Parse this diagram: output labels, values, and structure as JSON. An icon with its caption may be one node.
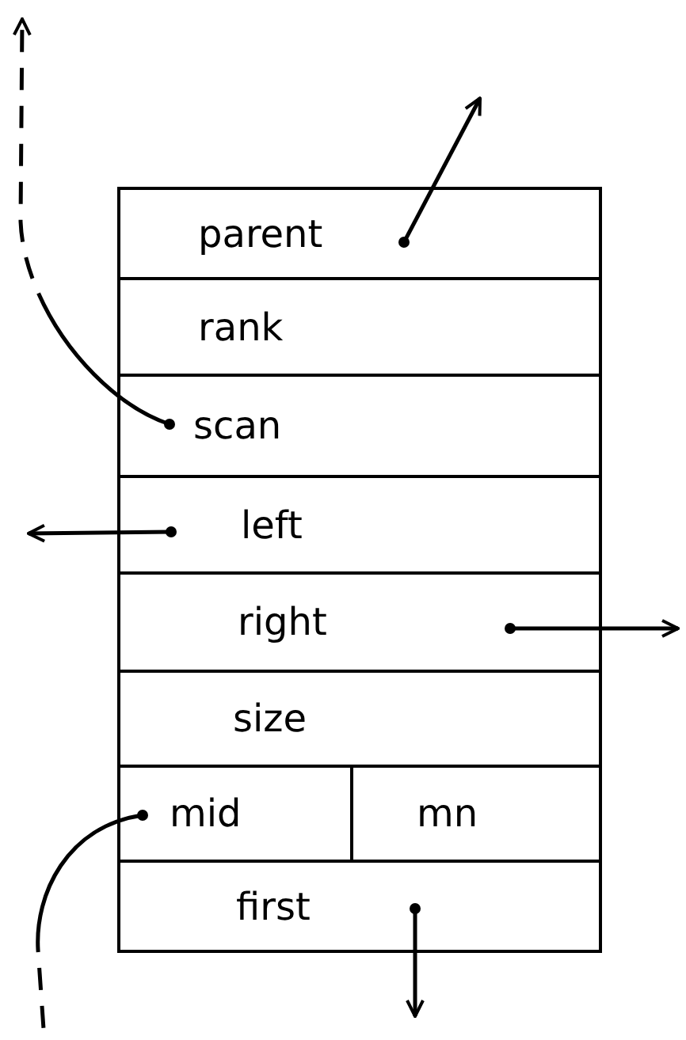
{
  "diagram": {
    "nodes": [
      {
        "text": [],
        "shape": "box"
      },
      {
        "text": [
          "parent"
        ],
        "in": 0
      },
      {
        "text": [
          "rank"
        ],
        "in": 0
      },
      {
        "text": [
          "scan"
        ],
        "in": 0
      },
      {
        "text": [
          "left"
        ],
        "in": 0
      },
      {
        "text": [
          "right"
        ],
        "in": 0
      },
      {
        "text": [
          "size"
        ],
        "in": 0
      },
      {
        "text": [
          "mid"
        ],
        "in": 0
      },
      {
        "text": [
          "mn"
        ],
        "in": 0
      },
      {
        "text": [
          "first"
        ],
        "in": 0
      }
    ],
    "edges": [
      {
        "from": 1,
        "to": null,
        "arrow": "to"
      },
      {
        "from": 3,
        "to": null,
        "arrow": "to",
        "style": "dashed"
      },
      {
        "from": 4,
        "to": null,
        "arrow": "to"
      },
      {
        "from": 5,
        "to": null,
        "arrow": "to"
      },
      {
        "from": 7,
        "to": null,
        "arrow": "other",
        "style": "dashed"
      },
      {
        "from": 9,
        "to": null,
        "arrow": "to"
      }
    ]
  }
}
